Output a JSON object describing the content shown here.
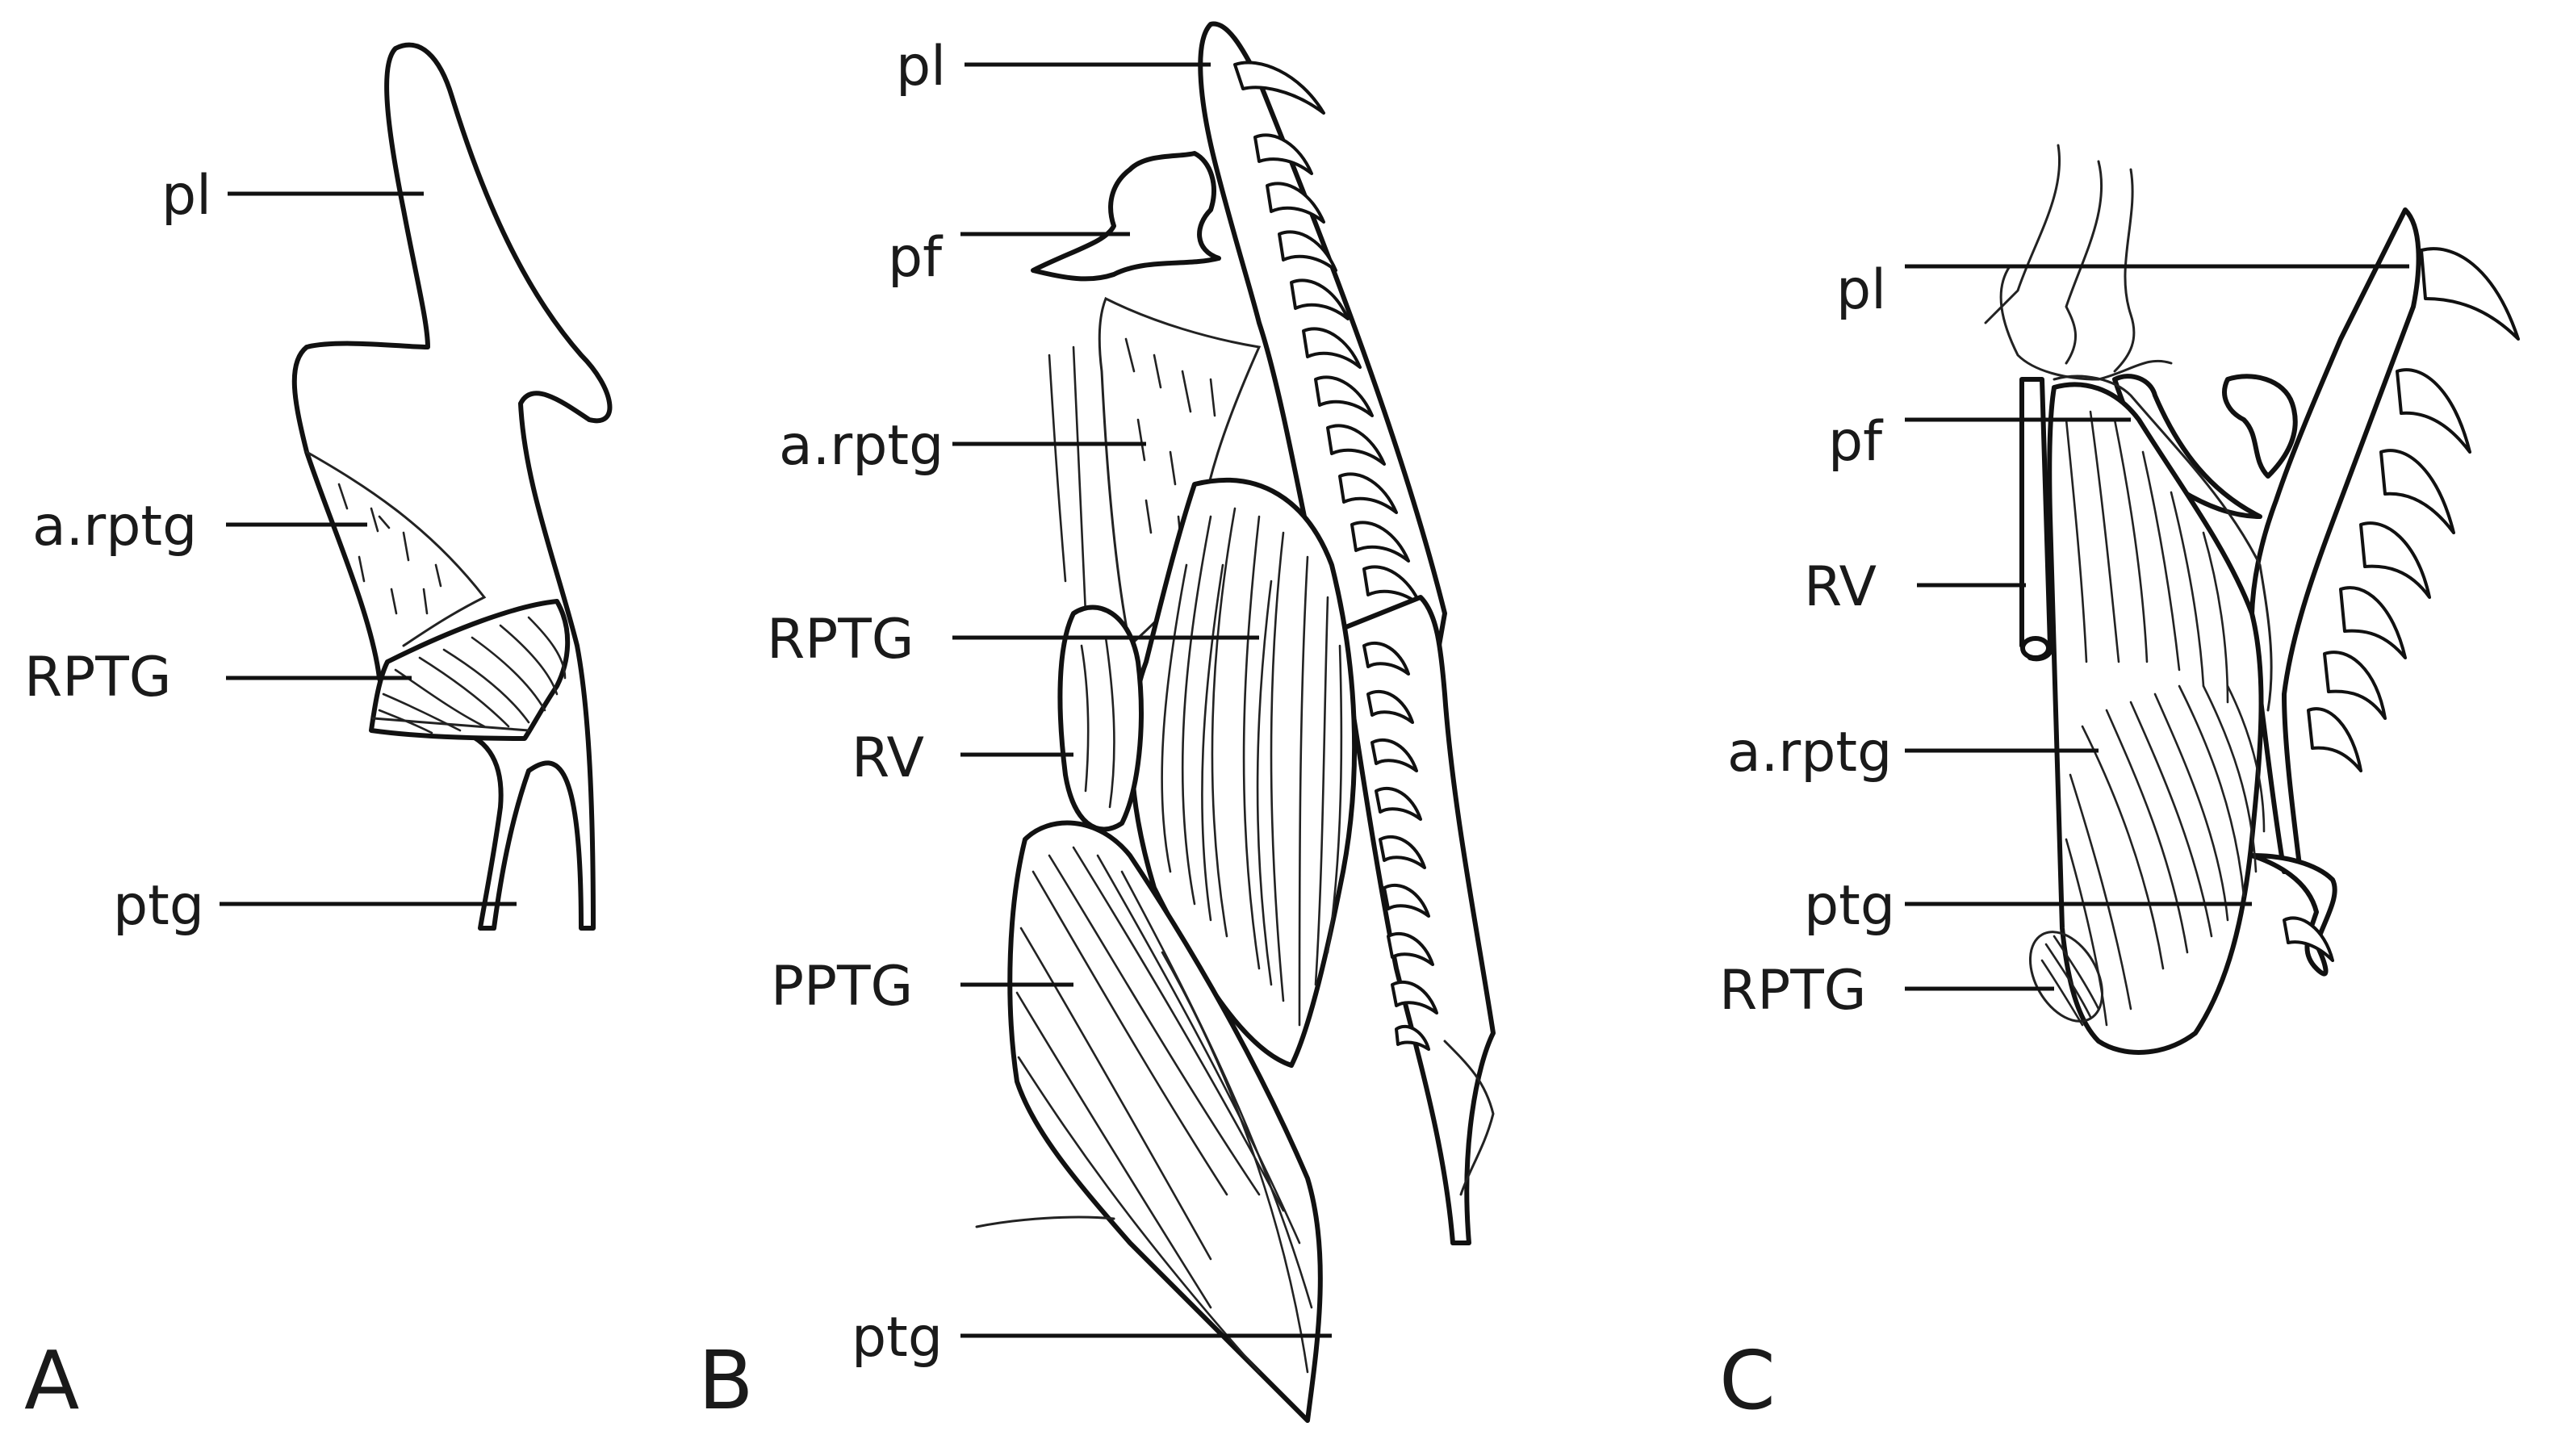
{
  "panels": [
    {
      "id": "A",
      "letter": "A",
      "labels": [
        "pl",
        "a.rptg",
        "RPTG",
        "ptg"
      ]
    },
    {
      "id": "B",
      "letter": "B",
      "labels": [
        "pl",
        "pf",
        "a.rptg",
        "RPTG",
        "RV",
        "PPTG",
        "ptg"
      ]
    },
    {
      "id": "C",
      "letter": "C",
      "labels": [
        "pl",
        "pf",
        "RV",
        "a.rptg",
        "ptg",
        "RPTG"
      ]
    }
  ]
}
